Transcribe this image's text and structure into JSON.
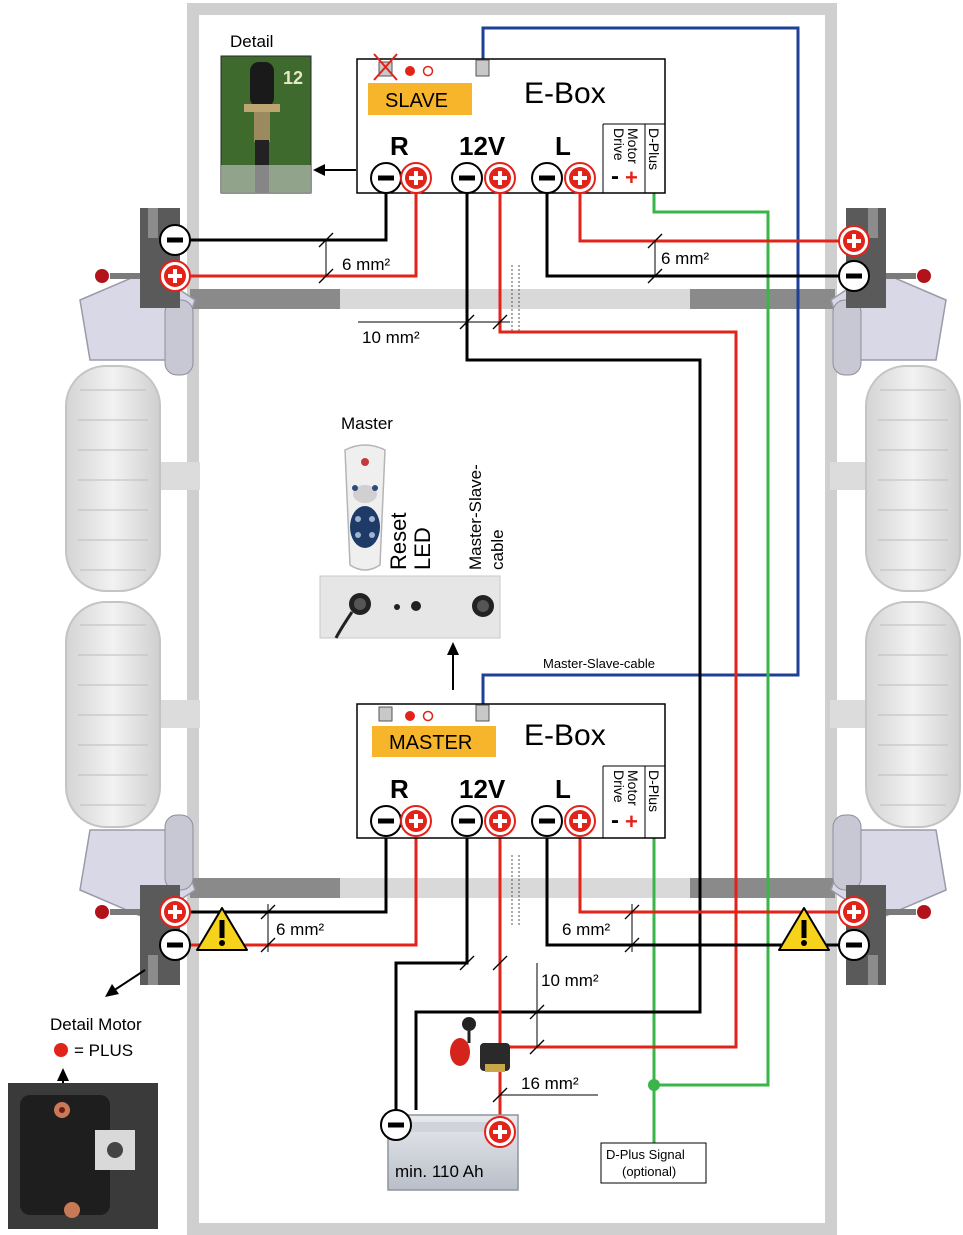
{
  "labels": {
    "detail": "Detail",
    "slave_ebox": "E-Box",
    "slave_tag": "SLAVE",
    "master_ebox": "E-Box",
    "master_tag": "MASTER",
    "term_r": "R",
    "term_12v": "12V",
    "term_l": "L",
    "drive": "Drive",
    "motor": "Motor",
    "dplus": "D-Plus",
    "mm6": "6 mm²",
    "mm10": "10 mm²",
    "mm16": "16 mm²",
    "master": "Master",
    "reset": "Reset",
    "led": "LED",
    "msc_line1": "Master-Slave-",
    "msc_line2": "cable",
    "ms_cable": "Master-Slave-cable",
    "detail_motor": "Detail Motor",
    "plus_legend": "= PLUS",
    "battery": "min. 110 Ah",
    "dplus_signal_1": "D-Plus Signal",
    "dplus_signal_2": "(optional)",
    "minus_sign": "-",
    "plus_sign": "+",
    "warning": "!"
  },
  "colors": {
    "positive": "#e2231a",
    "negative": "#000000",
    "signal": "#3ab54a",
    "master_slave": "#1f3f99",
    "tag_yellow": "#f7b52b",
    "frame": "#cfcfcf",
    "axle": "#8a8a8a"
  },
  "icons": [
    "minus-terminal-icon",
    "plus-terminal-icon",
    "warning-icon",
    "remote-control-icon",
    "wheel-icon",
    "motor-icon",
    "battery-icon",
    "isolator-switch-icon"
  ]
}
